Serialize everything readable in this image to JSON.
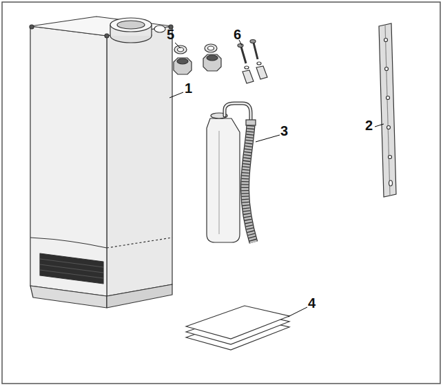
{
  "diagram": {
    "labels": [
      "5",
      "6",
      "1",
      "2",
      "3",
      "4"
    ]
  }
}
